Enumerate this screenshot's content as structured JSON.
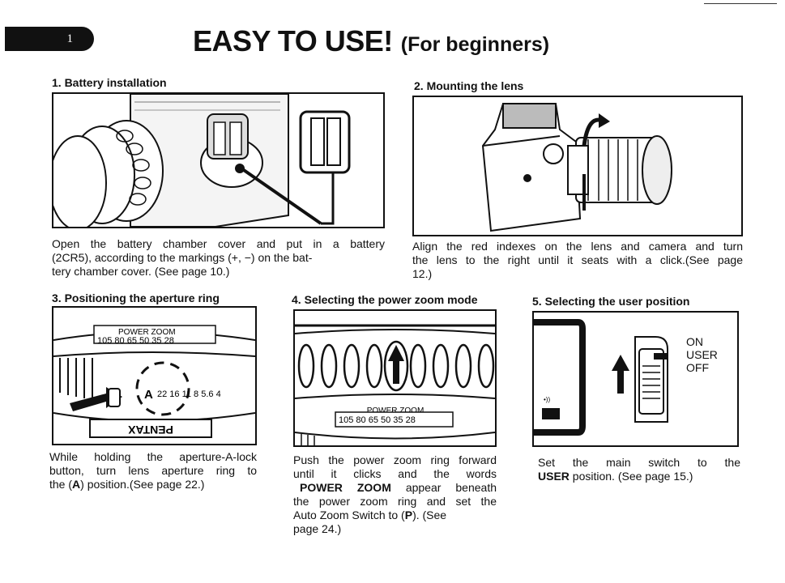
{
  "page_tab": "1",
  "title": {
    "main": "EASY TO USE!",
    "sub": "(For beginners)"
  },
  "sections": [
    {
      "heading": "1. Battery installation",
      "caption": {
        "l1": "Open the battery chamber cover and put in a battery",
        "l2_a": "(2CR5), according to the markings (",
        "l2_b": "+, −",
        "l2_c": ") on the bat-",
        "l3": "tery chamber cover. (See page 10.)"
      }
    },
    {
      "heading": "2. Mounting the lens",
      "caption": {
        "l1": "Align the red indexes on the lens and camera and turn",
        "l2": "the lens to the right until it seats with a click.(See page",
        "l3": "12.)"
      }
    },
    {
      "heading": "3. Positioning the aperture ring",
      "image_text": {
        "zoom_label": "POWER ZOOM",
        "zoom_scale": "105 80  65  50  35 28",
        "aperture_scale": "22 16 11 8 5.6 4",
        "a_mark": "A",
        "brand": "PENTAX"
      },
      "caption": {
        "l1": "While holding the aperture-A-lock",
        "l2": "button, turn lens aperture ring to",
        "l3_a": "the (",
        "l3_b": "A",
        "l3_c": ") position.(See page 22.)"
      }
    },
    {
      "heading": "4. Selecting the power zoom mode",
      "image_text": {
        "zoom_label": "POWER ZOOM",
        "zoom_scale": "105 80  65  50  35 28"
      },
      "caption": {
        "l1": "Push the power zoom ring forward",
        "l2": "until it clicks and the words",
        "l3": "POWER ZOOM",
        "l3_b": "appear beneath",
        "l4": "the power zoom ring and set the",
        "l5_a": "Auto Zoom Switch to (",
        "l5_b": "P",
        "l5_c": "). (See",
        "l6": "page 24.)"
      }
    },
    {
      "heading": "5. Selecting the user position",
      "switch_labels": [
        "ON",
        "USER",
        "OFF"
      ],
      "caption": {
        "l1_a": "Set the main switch to the",
        "l2_a": "USER",
        "l2_b": "position. (See page 15.)"
      }
    }
  ]
}
